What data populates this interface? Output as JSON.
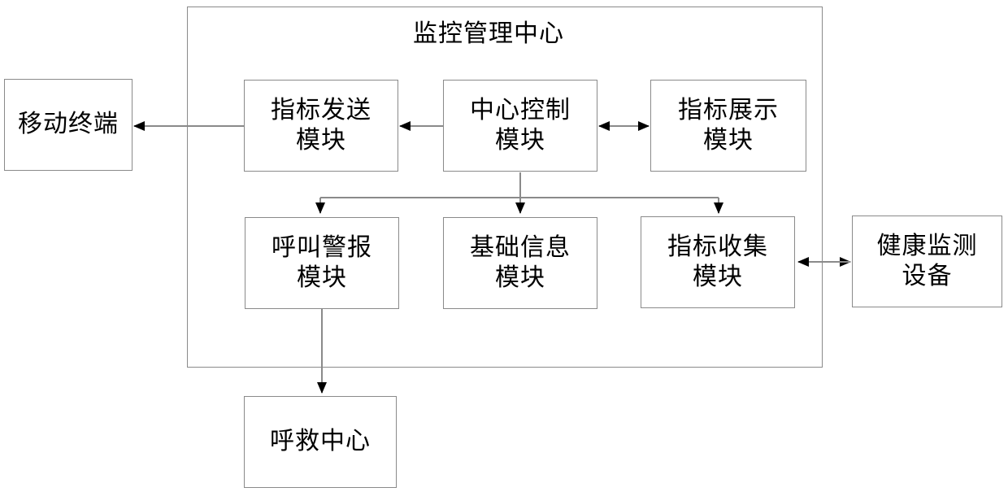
{
  "diagram": {
    "title": "监控管理中心",
    "type": "block-diagram",
    "stroke_color": "#8a8a8a",
    "arrow_color": "#000000",
    "background": "#ffffff",
    "container": {
      "label": "监控管理中心",
      "name": "monitoring-management-center"
    },
    "nodes": [
      {
        "id": "mobile",
        "label": "移动终端",
        "name": "mobile-terminal"
      },
      {
        "id": "send",
        "label": "指标发送\n模块",
        "name": "indicator-sending-module"
      },
      {
        "id": "center",
        "label": "中心控制\n模块",
        "name": "central-control-module"
      },
      {
        "id": "display",
        "label": "指标展示\n模块",
        "name": "indicator-display-module"
      },
      {
        "id": "alarm",
        "label": "呼叫警报\n模块",
        "name": "call-alarm-module"
      },
      {
        "id": "basic",
        "label": "基础信息\n模块",
        "name": "basic-information-module"
      },
      {
        "id": "collect",
        "label": "指标收集\n模块",
        "name": "indicator-collection-module"
      },
      {
        "id": "device",
        "label": "健康监测\n设备",
        "name": "health-monitoring-device"
      },
      {
        "id": "rescue",
        "label": "呼救中心",
        "name": "emergency-call-center"
      }
    ],
    "edges": [
      {
        "from": "center",
        "to": "send",
        "direction": "single"
      },
      {
        "from": "send",
        "to": "mobile",
        "direction": "single"
      },
      {
        "from": "center",
        "to": "display",
        "direction": "double"
      },
      {
        "from": "center",
        "to": "alarm",
        "direction": "single"
      },
      {
        "from": "center",
        "to": "basic",
        "direction": "single"
      },
      {
        "from": "center",
        "to": "collect",
        "direction": "single"
      },
      {
        "from": "collect",
        "to": "device",
        "direction": "double"
      },
      {
        "from": "alarm",
        "to": "rescue",
        "direction": "single"
      }
    ]
  }
}
